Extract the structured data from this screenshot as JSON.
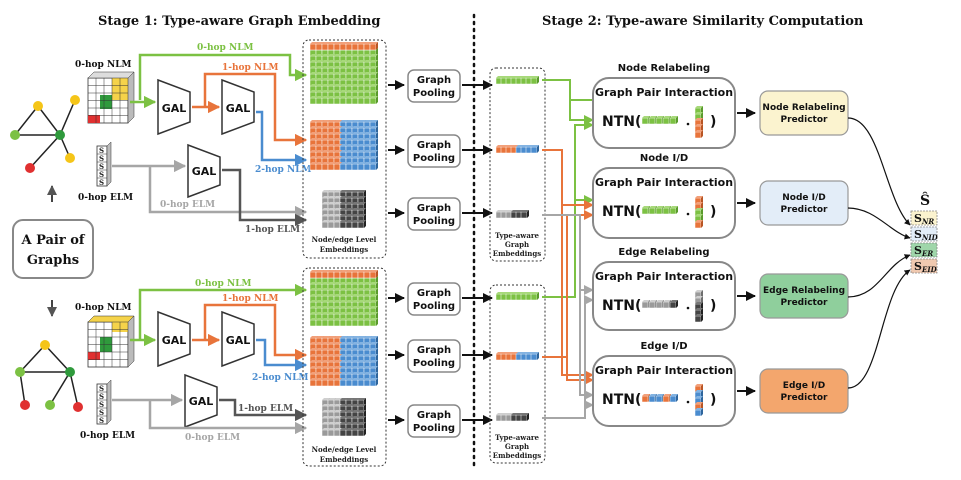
{
  "stage1_title": "Stage 1: Type-aware Graph Embedding",
  "stage2_title": "Stage 2: Type-aware Similarity Computation",
  "pair_line1": "A Pair of",
  "pair_line2": "Graphs",
  "hop0_nlm": "0-hop NLM",
  "hop0_elm": "0-hop ELM",
  "hop1_nlm": "1-hop NLM",
  "hop2_nlm": "2-hop NLM",
  "hop1_elm": "1-hop ELM",
  "gal": "GAL",
  "elm_cell": "S",
  "graph_pooling_1": "Graph",
  "graph_pooling_2": "Pooling",
  "node_edge_1": "Node/edge Level",
  "node_edge_2": "Embeddings",
  "type_aware_1": "Type-aware",
  "type_aware_2": "Graph",
  "type_aware_3": "Embeddings",
  "graph_pair_interaction": "Graph Pair Interaction",
  "ntn": "NTN(",
  "ntn_close": ")",
  "tasks": [
    "Node Relabeling",
    "Node I/D",
    "Edge Relabeling",
    "Edge I/D"
  ],
  "predictors": [
    {
      "line1": "Node Relabeling",
      "line2": "Predictor",
      "fill": "#fbf3cf"
    },
    {
      "line1": "Node I/D",
      "line2": "Predictor",
      "fill": "#e3edf8"
    },
    {
      "line1": "Edge Relabeling",
      "line2": "Predictor",
      "fill": "#8fcf9c"
    },
    {
      "line1": "Edge I/D",
      "line2": "Predictor",
      "fill": "#f3a66d"
    }
  ],
  "s_hat": "Ŝ",
  "s_labels": [
    {
      "s": "S",
      "sub": "NR",
      "fill": "#fbf3cf"
    },
    {
      "s": "S",
      "sub": "NID",
      "fill": "#e3edf8"
    },
    {
      "s": "S",
      "sub": "ER",
      "fill": "#9fd6aa"
    },
    {
      "s": "S",
      "sub": "EID",
      "fill": "#f0c9b0"
    }
  ],
  "colors": {
    "green": "#7cc143",
    "orange": "#e8743b",
    "blue": "#4a8ccf",
    "gray": "#a6a6a6",
    "dark": "#555555",
    "yellow": "#f5c518",
    "red": "#e03030"
  }
}
